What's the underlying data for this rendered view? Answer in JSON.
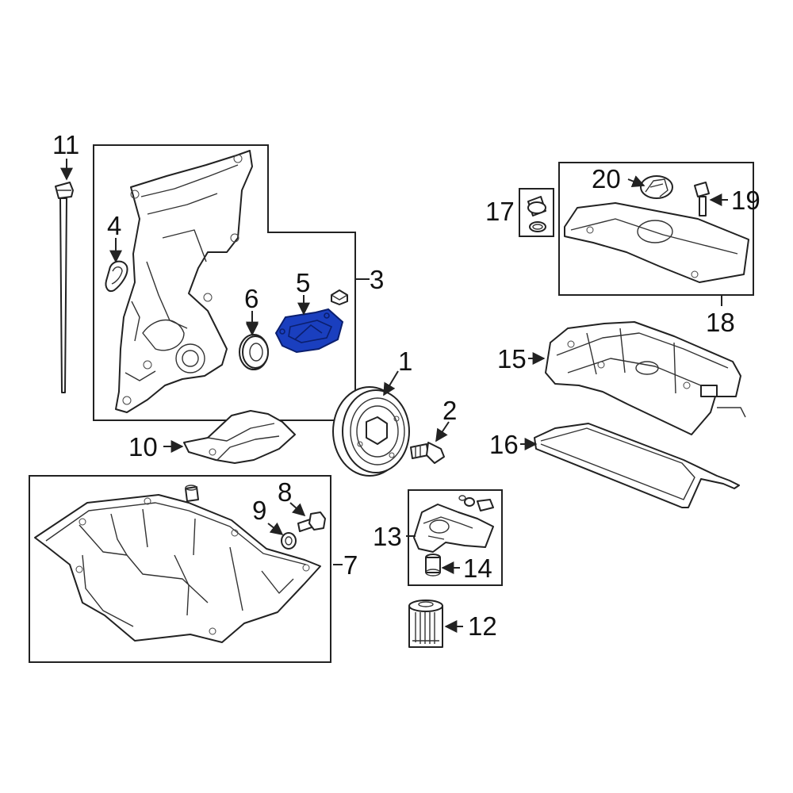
{
  "labels": {
    "n1": "1",
    "n2": "2",
    "n3": "3",
    "n4": "4",
    "n5": "5",
    "n6": "6",
    "n7": "7",
    "n8": "8",
    "n9": "9",
    "n10": "10",
    "n11": "11",
    "n12": "12",
    "n13": "13",
    "n14": "14",
    "n15": "15",
    "n16": "16",
    "n17": "17",
    "n18": "18",
    "n19": "19",
    "n20": "20"
  },
  "highlight_color": "#1a3fbf",
  "highlighted_part": "5"
}
